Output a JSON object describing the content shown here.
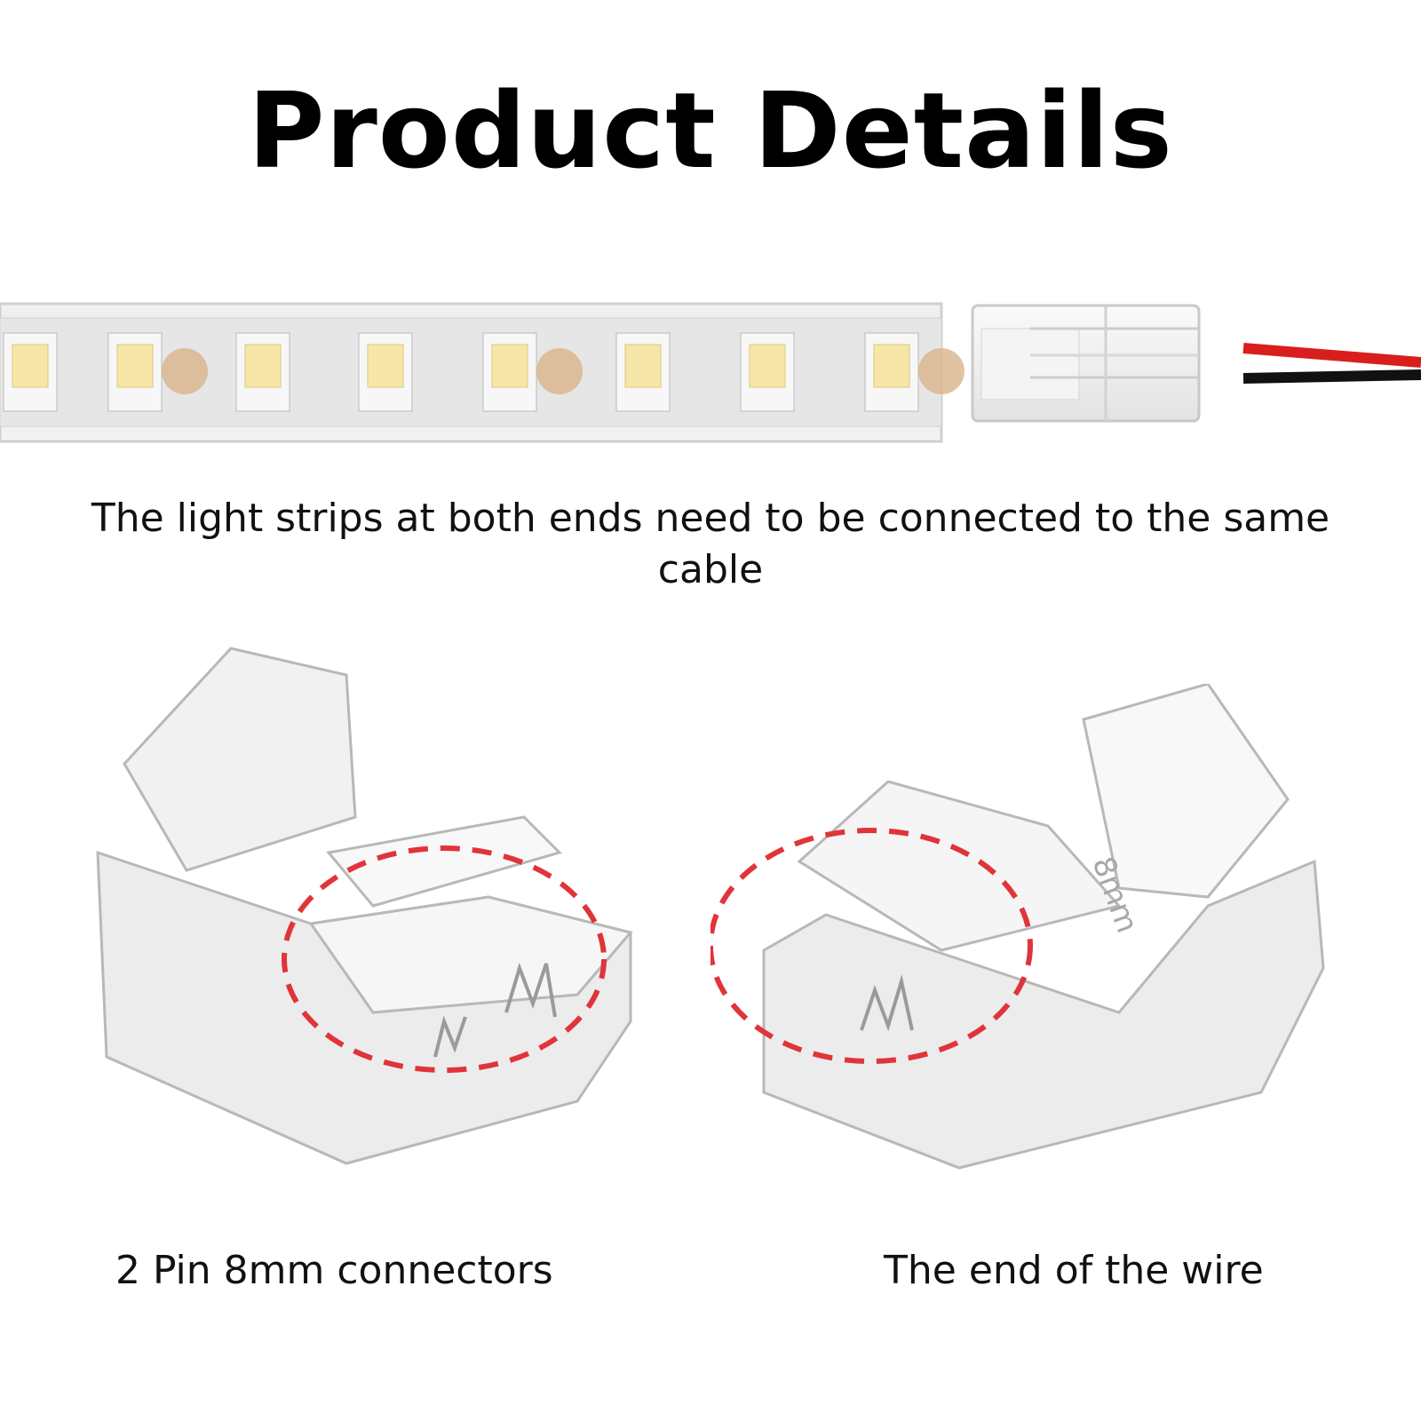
{
  "header": {
    "title": "Product Details"
  },
  "top_section": {
    "caption": "The light strips at both ends need to be connected to the same cable",
    "connector_marking": "8mm"
  },
  "bottom_section": {
    "left_label": "2 Pin 8mm connectors",
    "right_label": "The end of the wire"
  },
  "colors": {
    "highlight_circle": "#e0343a",
    "wire_red": "#d91e1e",
    "wire_black": "#111111",
    "led": "#f6e7a8"
  }
}
